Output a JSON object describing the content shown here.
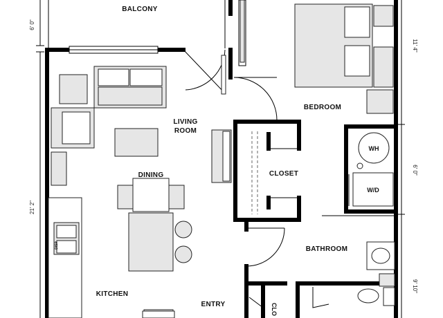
{
  "rooms": {
    "balcony": "BALCONY",
    "living_room_line1": "LIVING",
    "living_room_line2": "ROOM",
    "dining": "DINING",
    "kitchen": "KITCHEN",
    "entry": "ENTRY",
    "bedroom": "BEDROOM",
    "closet": "CLOSET",
    "bathroom": "BATHROOM",
    "closet_small": "CLO"
  },
  "appliances": {
    "water_heater": "WH",
    "washer_dryer": "W/D",
    "disposal": "DISP"
  },
  "dimensions": {
    "left_top": "6' 0\"",
    "left_main": "21' 2\"",
    "right_top": "11' 4\"",
    "right_mid": "6' 0\"",
    "right_bottom": "9' 10\""
  }
}
